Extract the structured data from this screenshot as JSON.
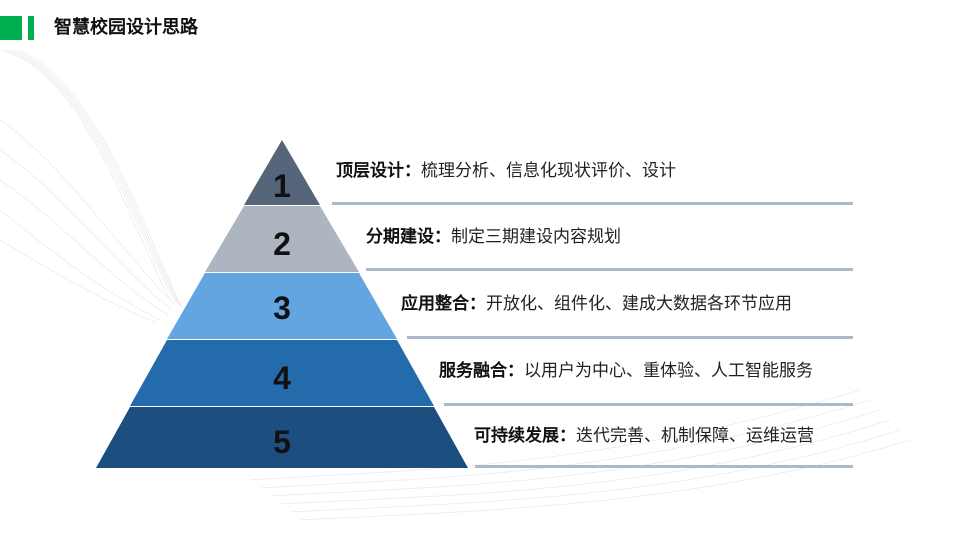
{
  "header": {
    "title": "智慧校园设计思路",
    "accent_color": "#00b050"
  },
  "pyramid": {
    "levels": [
      {
        "number": "1",
        "color": "#56657a",
        "head": "顶层设计：",
        "text": "梳理分析、信息化现状评价、设计"
      },
      {
        "number": "2",
        "color": "#adb5c0",
        "head": "分期建设：",
        "text": "制定三期建设内容规划"
      },
      {
        "number": "3",
        "color": "#62a5e0",
        "head": "应用整合：",
        "text": "开放化、组件化、建成大数据各环节应用"
      },
      {
        "number": "4",
        "color": "#236baa",
        "head": "服务融合：",
        "text": "以用户为中心、重体验、人工智能服务"
      },
      {
        "number": "5",
        "color": "#1c4f80",
        "head": "可持续发展：",
        "text": "迭代完善、机制保障、运维运营"
      }
    ],
    "separator_color": "#adb9c9"
  }
}
